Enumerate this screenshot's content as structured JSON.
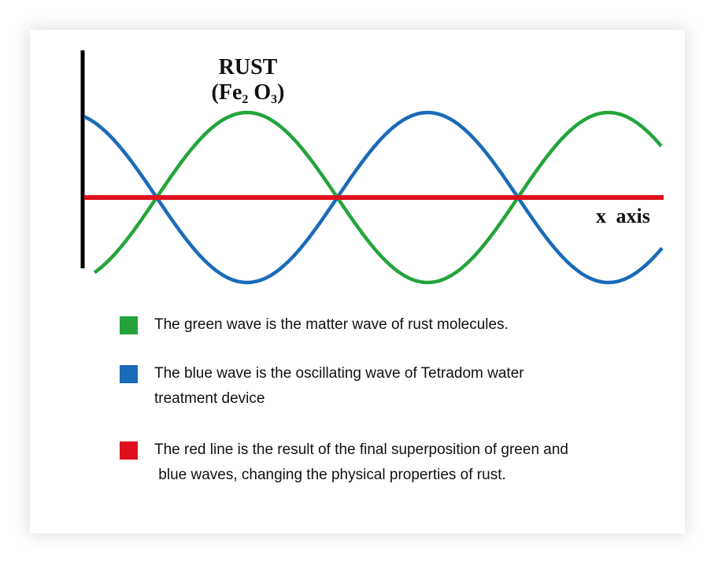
{
  "title_line1": "RUST",
  "formula": {
    "open": "(Fe",
    "sub1": "2",
    "mid": " O",
    "sub2": "3",
    "close": ")"
  },
  "x_axis_label": "x axis",
  "colors": {
    "green": "#24a43b",
    "blue": "#1a6bb8",
    "red": "#e0111f",
    "axis": "#000000"
  },
  "legend": [
    {
      "color": "#24a43b",
      "lines": [
        "The green wave is the matter wave of rust molecules."
      ]
    },
    {
      "color": "#1a6bb8",
      "lines": [
        "The blue wave is the oscillating wave of Tetradom water",
        "treatment device"
      ]
    },
    {
      "color": "#e0111f",
      "lines": [
        "The red line is the result of the final superposition of green and",
        " blue waves, changing the physical properties of rust."
      ]
    }
  ]
}
